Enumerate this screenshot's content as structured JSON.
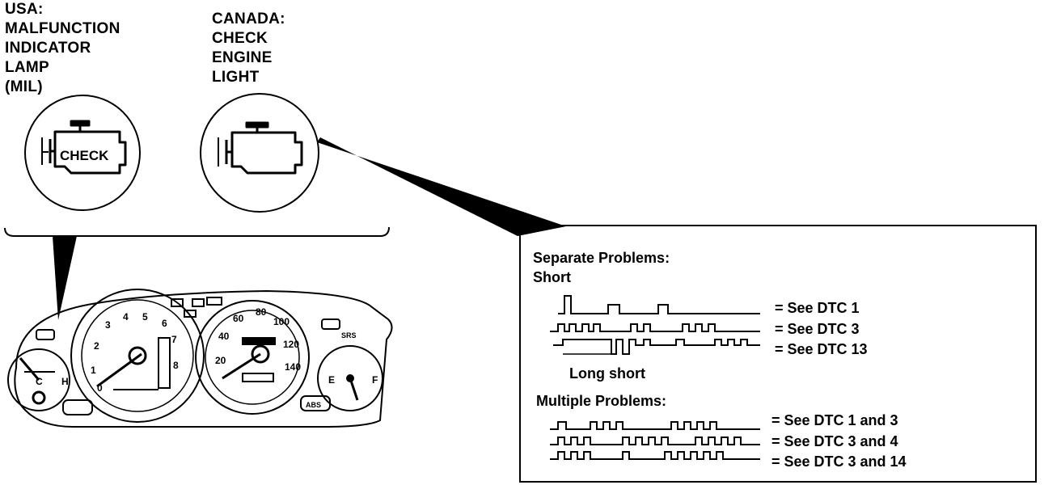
{
  "labels": {
    "usa": "USA:\nMALFUNCTION\nINDICATOR\nLAMP\n(MIL)",
    "canada": "CANADA:\nCHECK\nENGINE\nLIGHT"
  },
  "lamp": {
    "check_text": "CHECK",
    "usa_icon": "check-engine-icon-with-text",
    "canada_icon": "check-engine-icon"
  },
  "panel": {
    "separate_title": "Separate Problems:",
    "short_label": "Short",
    "long_short_label": "Long short",
    "multiple_title": "Multiple Problems:",
    "separate_codes": [
      "= See DTC 1",
      "= See DTC 3",
      "= See DTC 13"
    ],
    "multiple_codes": [
      "= See DTC 1 and 3",
      "= See DTC 3 and 4",
      "= See DTC 3 and 14"
    ]
  },
  "cluster": {
    "tach_numbers": [
      "1",
      "2",
      "3",
      "4",
      "5",
      "6",
      "7",
      "8",
      "0"
    ],
    "speedo_numbers": [
      "20",
      "40",
      "60",
      "80",
      "100",
      "120",
      "140"
    ],
    "temp_marks": [
      "C",
      "H"
    ],
    "fuel_marks": [
      "E",
      "F"
    ],
    "warning_labels": [
      "SRS",
      "ABS"
    ]
  },
  "colors": {
    "ink": "#000000",
    "paper": "#ffffff"
  }
}
